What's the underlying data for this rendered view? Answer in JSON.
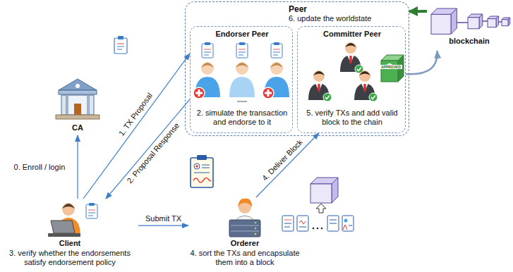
{
  "diagram": {
    "nodes": [
      {
        "text": [
          "Peer",
          "6. update the worldstate"
        ]
      },
      {
        "text": [
          "Endorser Peer",
          "2. simulate the transaction and endorse to it"
        ],
        "in": 0
      },
      {
        "text": [
          "Committer Peer",
          "5. verify TXs and add valid block to the chain"
        ],
        "in": 0
      },
      {
        "text": [
          "blockchain"
        ]
      },
      {
        "text": [
          "CA"
        ]
      },
      {
        "text": [
          "Client",
          "3. verify whether the endorsements satisfy endorsement policy"
        ]
      },
      {
        "text": [
          "Orderer",
          "4. sort the TXs and encapsulate them into a block"
        ]
      }
    ],
    "edges": [
      {
        "from": 5,
        "to": 4,
        "label": "0. Enroll / login",
        "arrow": "to"
      },
      {
        "from": 5,
        "to": 1,
        "label": "1. TX Proposal",
        "arrow": "to"
      },
      {
        "from": 1,
        "to": 5,
        "label": "2. Proposal Response",
        "arrow": "to"
      },
      {
        "from": 5,
        "to": 6,
        "label": "Submit TX",
        "arrow": "to"
      },
      {
        "from": 6,
        "to": 2,
        "label": "4. Deliver Block",
        "arrow": "to"
      },
      {
        "from": 2,
        "to": 3,
        "arrow": "to"
      },
      {
        "from": 3,
        "to": 0,
        "arrow": "to"
      }
    ],
    "labels": [
      "APPROVED"
    ]
  }
}
